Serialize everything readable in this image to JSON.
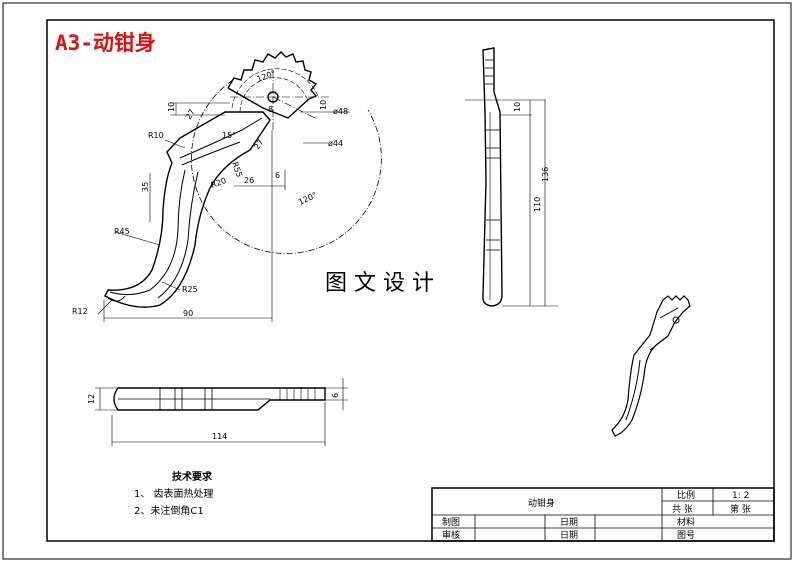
{
  "title": "A3-动钳身",
  "watermark": "图 文 设 计",
  "front_view": {
    "dims": {
      "d10": "10",
      "d27": "27",
      "r10": "R10",
      "d35": "35",
      "r45": "R45",
      "r25": "R25",
      "r12": "R12",
      "d90": "90",
      "d26": "26",
      "d6": "6",
      "r20": "R20",
      "r55": "R55",
      "a120a": "120°",
      "a120b": "120°",
      "a15": "15°",
      "d8": "8",
      "phi48": "ø48",
      "phi44": "ø44",
      "d27b": "27"
    }
  },
  "side_view": {
    "dims": {
      "d10": "10",
      "d136": "136",
      "d110": "110"
    }
  },
  "top_view": {
    "dims": {
      "d12": "12",
      "d6": "6",
      "d114": "114"
    }
  },
  "tech_req": {
    "heading": "技术要求",
    "items": [
      "1、 齿表面热处理",
      "2、未注倒角C1"
    ]
  },
  "title_block": {
    "part_name": "动钳身",
    "scale_label": "比例",
    "scale_value": "1: 2",
    "total_label": "共  张",
    "sheet_label": "第  张",
    "drawn_label": "制图",
    "checked_label": "审核",
    "date_label1": "日期",
    "date_label2": "日期",
    "material_label": "材料",
    "drawing_no_label": "图号"
  },
  "colors": {
    "title": "#e01010",
    "line": "#000000"
  }
}
